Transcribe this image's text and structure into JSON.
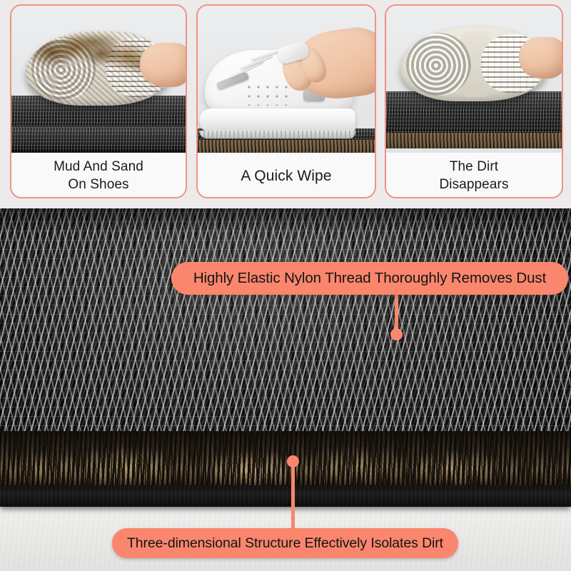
{
  "colors": {
    "accent": "#f9866d",
    "card_border": "#ee9384",
    "page_background": "#ececec",
    "caption_text": "#1b1b1b",
    "mat_dark": "#121212",
    "sand": "#bba074"
  },
  "steps": {
    "cards": [
      {
        "id": "mud-and-sand-on-shoes",
        "caption_line1": "Mud And Sand",
        "caption_line2": "On Shoes",
        "scene": "dirty-shoe-sole-on-mat"
      },
      {
        "id": "a-quick-wipe",
        "caption_line1": "A Quick Wipe",
        "caption_line2": "",
        "scene": "hand-wiping-white-sneaker-on-mat"
      },
      {
        "id": "the-dirt-disappears",
        "caption_line1": "The Dirt",
        "caption_line2": "Disappears",
        "scene": "clean-shoe-sole-on-mat"
      }
    ]
  },
  "hero": {
    "product": "three-dimensional nylon loop doormat",
    "callouts": [
      {
        "id": "nylon-thread",
        "text": "Highly Elastic Nylon Thread Thoroughly Removes Dust",
        "points_at": "mat-woven-surface"
      },
      {
        "id": "three-dimensional-structure",
        "text": "Three-dimensional Structure Effectively Isolates Dirt",
        "points_at": "mat-cross-section-edge"
      }
    ]
  }
}
